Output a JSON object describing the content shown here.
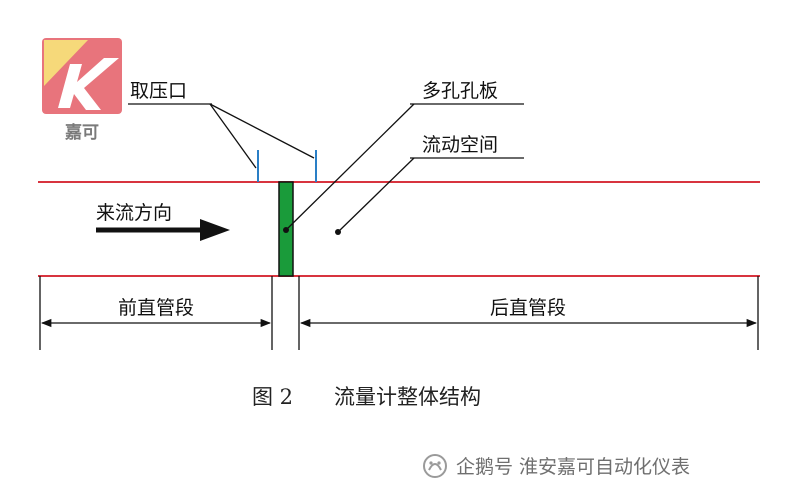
{
  "logo": {
    "text": "嘉可",
    "colors": {
      "red": "#e8747c",
      "yellow": "#f6d97a",
      "white": "#ffffff",
      "text": "#7a7a7a"
    }
  },
  "labels": {
    "pressure_port": "取压口",
    "orifice_plate": "多孔孔板",
    "flow_space": "流动空间",
    "flow_direction": "来流方向",
    "upstream_pipe": "前直管段",
    "downstream_pipe": "后直管段"
  },
  "caption": {
    "figure_no": "图 2",
    "title": "流量计整体结构"
  },
  "watermark": {
    "text": "企鹅号 淮安嘉可自动化仪表",
    "icon": "penguin-icon"
  },
  "colors": {
    "pipe_wall": "#d8343f",
    "orifice_fill": "#1a9b3a",
    "tap": "#2a7fc6",
    "line": "#111111",
    "watermark": "#9a9a9a"
  }
}
